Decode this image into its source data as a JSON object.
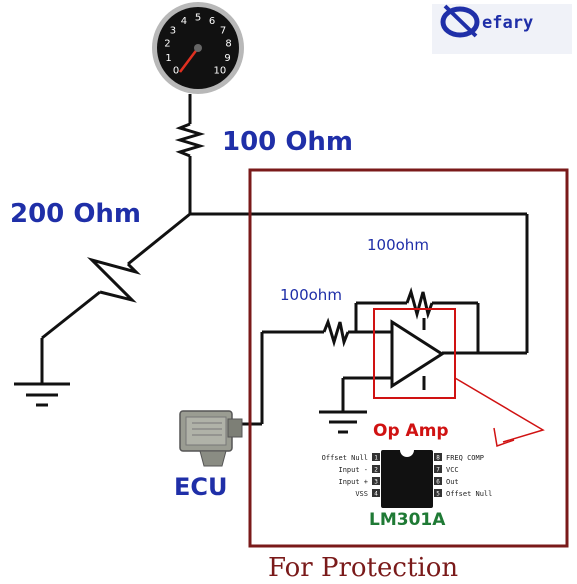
{
  "logo": {
    "text": "efary"
  },
  "labels": {
    "resistor_gauge": "100 Ohm",
    "resistor_ground": "200 Ohm",
    "resistor_input": "100ohm",
    "resistor_feedback": "100ohm",
    "op_amp": "Op Amp",
    "chip_model": "LM301A",
    "ecu": "ECU",
    "protection": "For Protection"
  },
  "chip_pins": {
    "left": [
      "Offset Null",
      "Input -",
      "Input +",
      "VSS"
    ],
    "right": [
      "FREQ COMP",
      "VCC",
      "Out",
      "Offset Null"
    ],
    "left_numbers": [
      "1",
      "2",
      "3",
      "4"
    ],
    "right_numbers": [
      "8",
      "7",
      "6",
      "5"
    ]
  },
  "gauge": {
    "numbers": [
      "0",
      "1",
      "2",
      "3",
      "4",
      "5",
      "6",
      "7",
      "8",
      "9",
      "10"
    ]
  },
  "colors": {
    "wire": "#111111",
    "label_blue": "#1f2fa8",
    "box_brown": "#7a1a1a",
    "highlight_red": "#d01212",
    "chip_label_green": "#1f7a35"
  }
}
